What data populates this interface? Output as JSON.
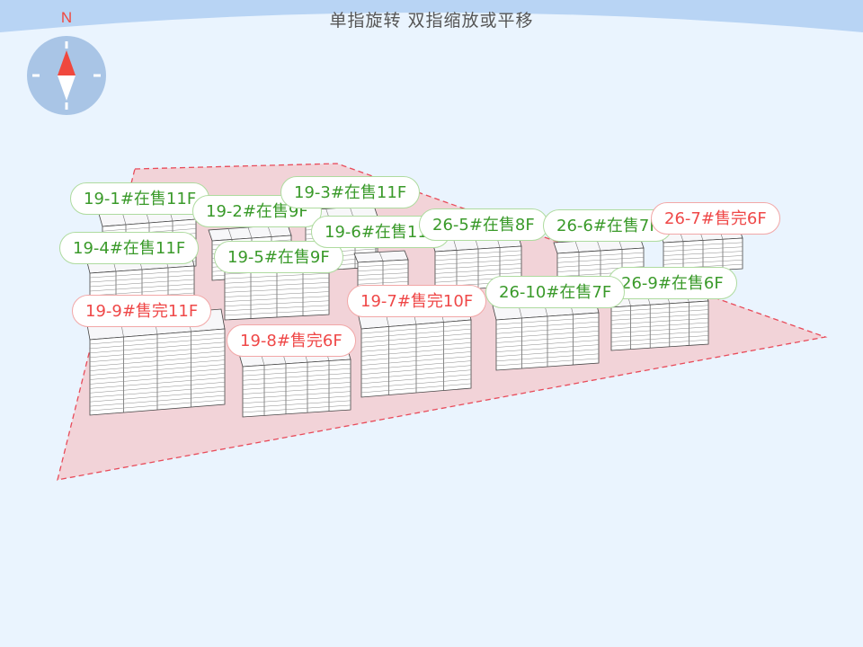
{
  "hint": "单指旋转 双指缩放或平移",
  "compass": {
    "north_label": "N",
    "needle_north_color": "#f0483e",
    "needle_south_color": "#ffffff"
  },
  "colors": {
    "on_sale": "#3a9a2a",
    "sold_out": "#ef4848",
    "site_fill": "#f2d3d8",
    "site_border": "#e84b5a"
  },
  "buildings": [
    {
      "id": "19-1",
      "label": "19-1#在售11F",
      "status": "on"
    },
    {
      "id": "19-2",
      "label": "19-2#在售9F",
      "status": "on"
    },
    {
      "id": "19-3",
      "label": "19-3#在售11F",
      "status": "on"
    },
    {
      "id": "19-4",
      "label": "19-4#在售11F",
      "status": "on"
    },
    {
      "id": "19-5",
      "label": "19-5#在售9F",
      "status": "on"
    },
    {
      "id": "19-6",
      "label": "19-6#在售11F",
      "status": "on"
    },
    {
      "id": "19-7",
      "label": "19-7#售完10F",
      "status": "off"
    },
    {
      "id": "19-8",
      "label": "19-8#售完6F",
      "status": "off"
    },
    {
      "id": "19-9",
      "label": "19-9#售完11F",
      "status": "off"
    },
    {
      "id": "26-5",
      "label": "26-5#在售8F",
      "status": "on"
    },
    {
      "id": "26-6",
      "label": "26-6#在售7F",
      "status": "on"
    },
    {
      "id": "26-7",
      "label": "26-7#售完6F",
      "status": "off"
    },
    {
      "id": "26-9",
      "label": "26-9#在售6F",
      "status": "on"
    },
    {
      "id": "26-10",
      "label": "26-10#在售7F",
      "status": "on"
    }
  ]
}
